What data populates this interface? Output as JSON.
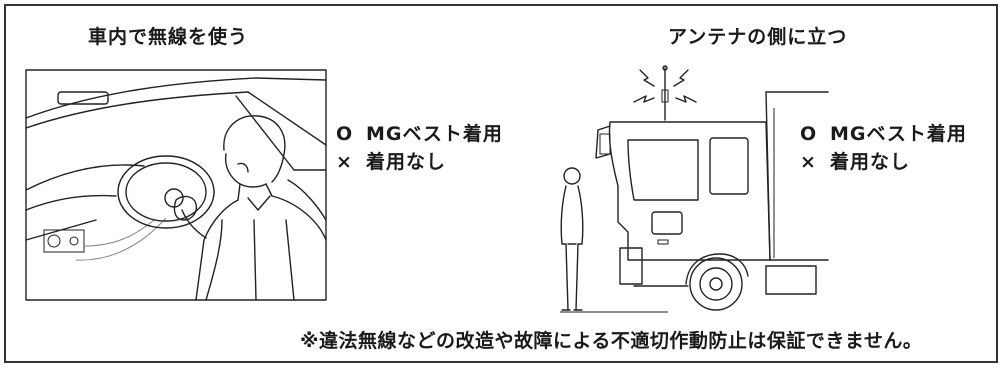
{
  "left_panel": {
    "title": "車内で無線を使う",
    "items": [
      {
        "mark": "O",
        "text": "MGベスト着用"
      },
      {
        "mark": "×",
        "text": "着用なし"
      }
    ]
  },
  "right_panel": {
    "title": "アンテナの側に立つ",
    "items": [
      {
        "mark": "O",
        "text": "MGベスト着用"
      },
      {
        "mark": "×",
        "text": "着用なし"
      }
    ]
  },
  "footer_note": "※違法無線などの改造や故障による不適切作動防止は保証できません。"
}
